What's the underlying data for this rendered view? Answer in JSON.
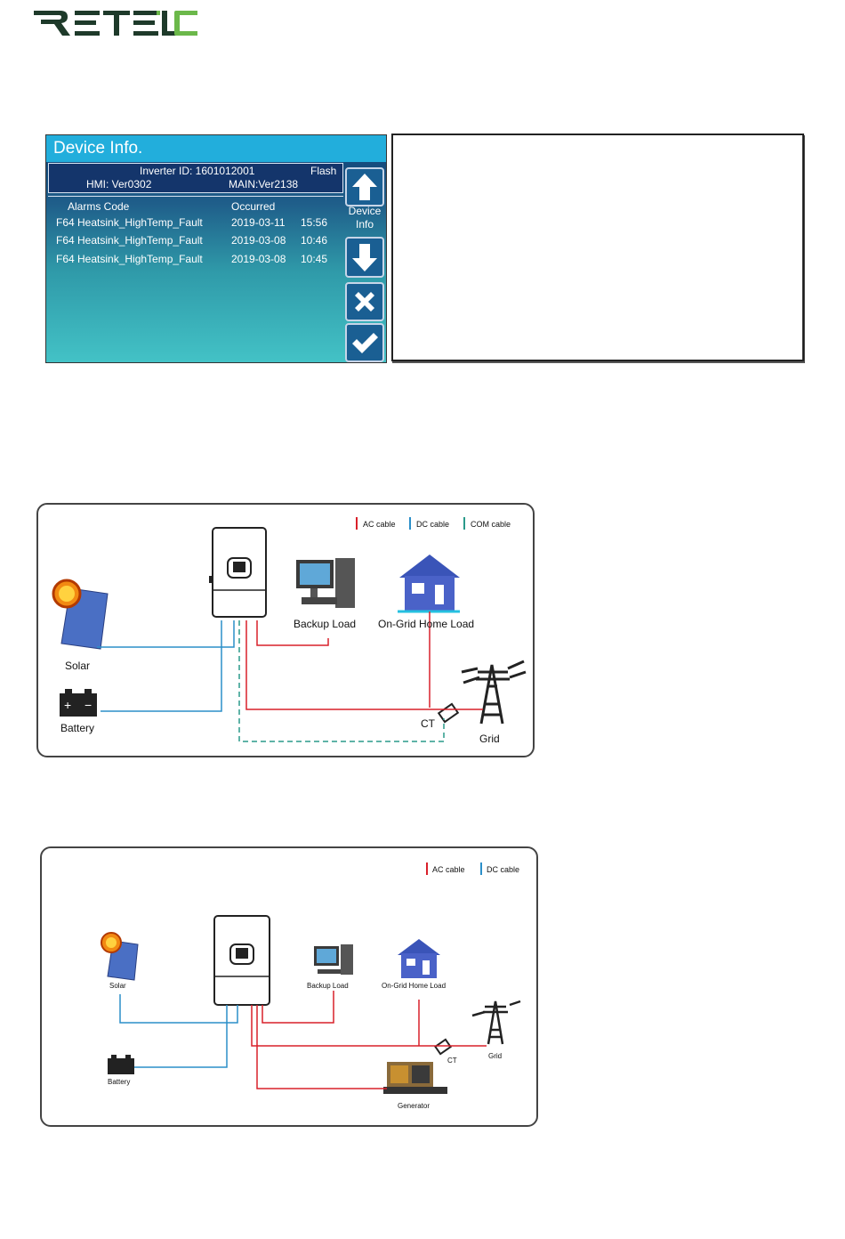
{
  "brand": {
    "name": "RETELEC"
  },
  "lcd": {
    "title": "Device Info.",
    "inverter_id": "Inverter ID: 1601012001",
    "flash": "Flash",
    "hmi": "HMI: Ver0302",
    "main": "MAIN:Ver2138",
    "alarms_header": "Alarms Code",
    "occurred_header": "Occurred",
    "alarms": [
      {
        "code": "F64 Heatsink_HighTemp_Fault",
        "date": "2019-03-11",
        "time": "15:56"
      },
      {
        "code": "F64 Heatsink_HighTemp_Fault",
        "date": "2019-03-08",
        "time": "10:46"
      },
      {
        "code": "F64 Heatsink_HighTemp_Fault",
        "date": "2019-03-08",
        "time": "10:45"
      }
    ],
    "device_info_label_1": "Device",
    "device_info_label_2": "Info",
    "buttons": [
      "up-arrow-icon",
      "down-arrow-icon",
      "close-icon",
      "check-icon"
    ]
  },
  "diagram1": {
    "legend": {
      "ac": "AC cable",
      "dc": "DC cable",
      "com": "COM cable"
    },
    "labels": {
      "solar": "Solar",
      "battery": "Battery",
      "backup": "Backup Load",
      "home": "On-Grid Home Load",
      "ct": "CT",
      "grid": "Grid"
    }
  },
  "diagram2": {
    "legend": {
      "ac": "AC cable",
      "dc": "DC cable"
    },
    "labels": {
      "solar": "Solar",
      "battery": "Battery",
      "backup": "Backup Load",
      "home": "On-Grid Home Load",
      "ct": "CT",
      "grid": "Grid",
      "generator": "Generator"
    }
  },
  "colors": {
    "ac": "#d9202a",
    "dc": "#2b8fc9",
    "com": "#2a9a8a",
    "lcd_title": "#22aedc"
  }
}
